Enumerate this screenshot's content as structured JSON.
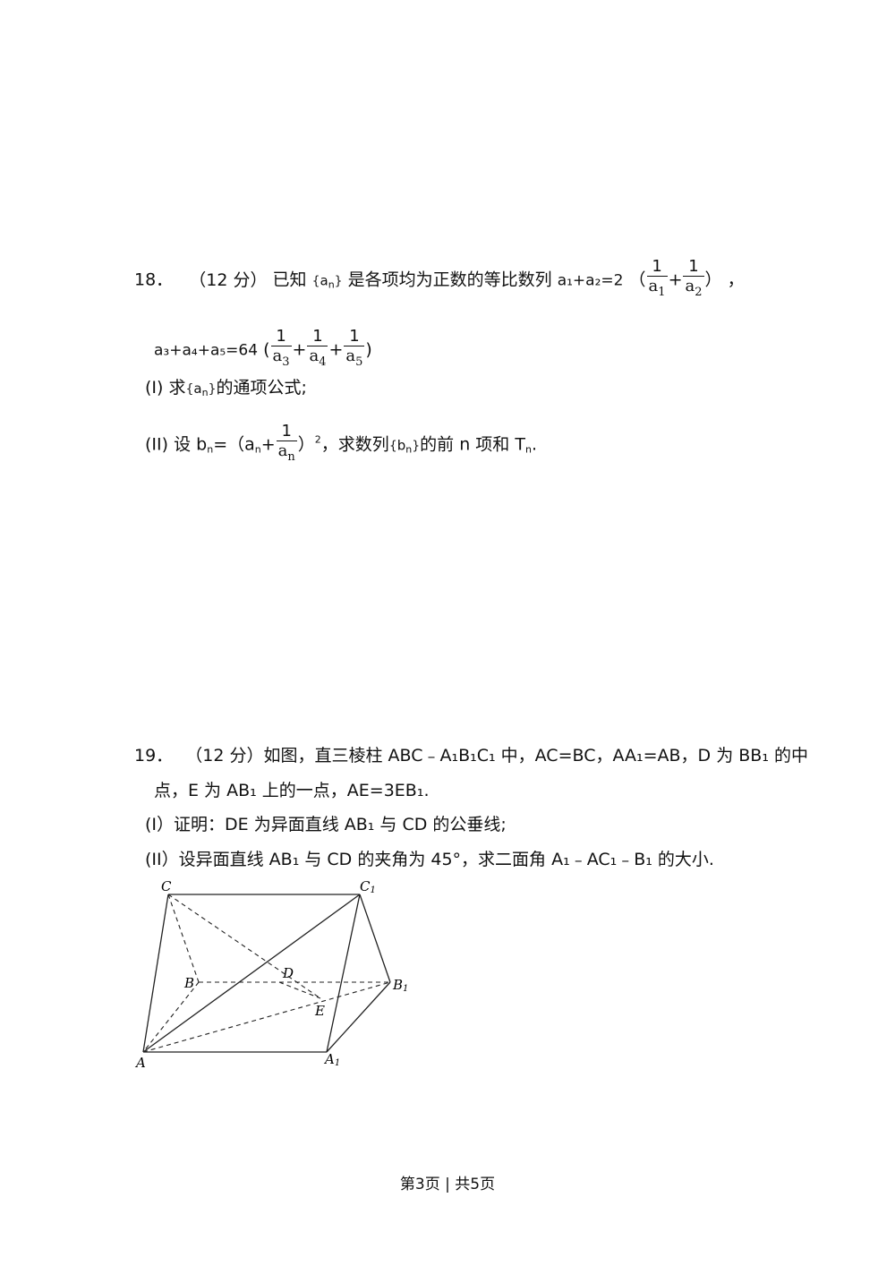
{
  "q18": {
    "number": "18．",
    "score": "（12 分）",
    "intro": "已知",
    "seq_a": "a",
    "desc": "是各项均为正数的等比数列",
    "eq1_lhs": "a₁+a₂=2",
    "eq2_lhs": "a₃+a₄+a₅=64",
    "one": "1",
    "den_letter": "a",
    "subs1": [
      "1",
      "2"
    ],
    "subs2": [
      "3",
      "4",
      "5"
    ],
    "comma": "，",
    "part1_label": "(I)",
    "part1_text_a": "求",
    "part1_text_b": "的通项公式;",
    "part2_label": "(II)",
    "part2_text_a": "设 b",
    "part2_text_b": "=（a",
    "part2_text_c": "，求数列",
    "part2_text_d": "的前 n 项和 T",
    "part2_end": "."
  },
  "q19": {
    "number": "19．",
    "score": "（12 分）",
    "line1": "如图，直三棱柱 ABC﹣A₁B₁C₁ 中，AC=BC，AA₁=AB，D 为 BB₁ 的中",
    "line2": "点，E 为 AB₁ 上的一点，AE=3EB₁.",
    "part1": "(I）证明：DE 为异面直线 AB₁ 与 CD 的公垂线;",
    "part2": "(II）设异面直线 AB₁ 与 CD 的夹角为 45°，求二面角 A₁﹣AC₁﹣B₁ 的大小."
  },
  "figure": {
    "labels": [
      "C",
      "C1",
      "B",
      "D",
      "B1",
      "E",
      "A",
      "A1"
    ]
  },
  "footer": "第3页 | 共5页"
}
